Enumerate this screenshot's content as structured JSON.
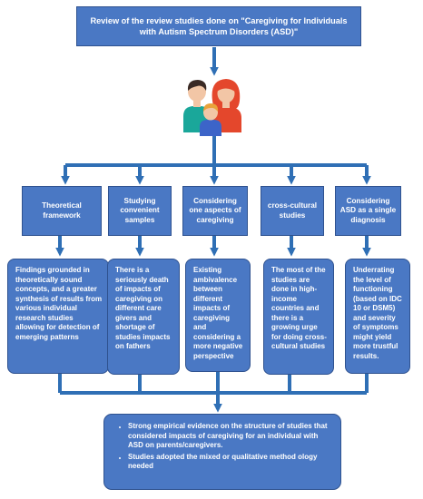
{
  "title": "Review of the review studies done on \"Caregiving for Individuals with Autism Spectrum Disorders (ASD)\"",
  "icon": "family-icon",
  "colors": {
    "box_fill": "#4a78c4",
    "box_border": "#2f528f",
    "connector": "#2f6fb5",
    "text": "#ffffff"
  },
  "categories": [
    {
      "label": "Theoretical framework",
      "detail": "Findings grounded in theoretically sound concepts, and a greater synthesis of results from various individual research studies allowing for detection of emerging patterns"
    },
    {
      "label": "Studying convenient samples",
      "detail": "There is a seriously death of impacts of caregiving on different care givers and shortage of studies impacts on fathers"
    },
    {
      "label": "Considering one aspects of caregiving",
      "detail": "Existing ambivalence between different impacts of caregiving and considering a more negative perspective"
    },
    {
      "label": "cross-cultural studies",
      "detail": "The most of the studies are done in high-income countries and there is a growing urge for doing cross-cultural studies"
    },
    {
      "label": "Considering ASD as a single diagnosis",
      "detail": "Underrating the level of functioning (based on IDC 10 or DSM5) and severity of symptoms might yield more trustful results."
    }
  ],
  "summary": [
    "Strong empirical evidence on the structure of studies that considered impacts of caregiving for an individual with ASD on parents/caregivers.",
    "Studies adopted the mixed or qualitative method ology needed"
  ]
}
